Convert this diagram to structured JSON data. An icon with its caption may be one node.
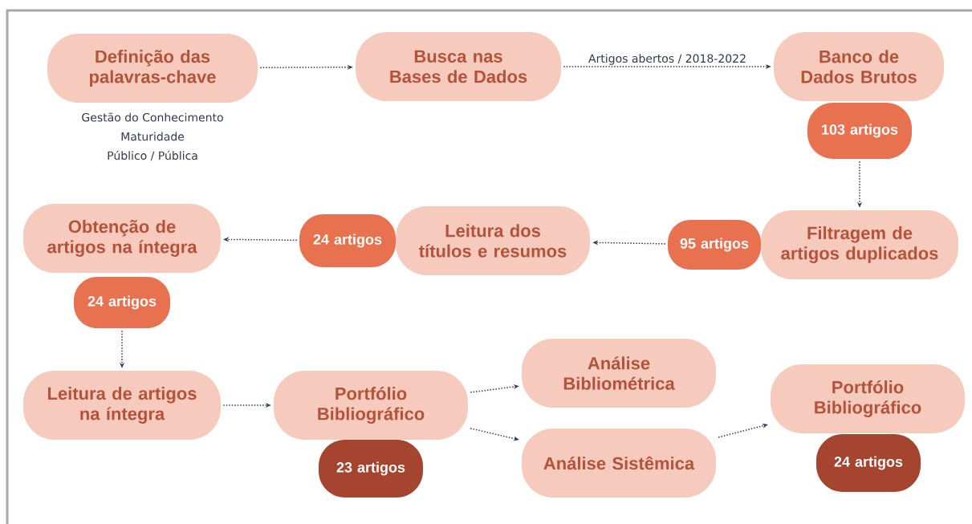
{
  "diagram": {
    "nodes": [
      {
        "text": [
          "Definição das palavras-chave"
        ],
        "beside": [
          "Gestão do Conhecimento",
          "Maturidade",
          "Público / Pública"
        ]
      },
      {
        "text": [
          "Busca nas Bases de Dados"
        ]
      },
      {
        "text": [
          "Banco de Dados Brutos"
        ]
      },
      {
        "text": [
          "103 artigos"
        ]
      },
      {
        "text": [
          "Filtragem de artigos duplicados"
        ]
      },
      {
        "text": [
          "95 artigos"
        ]
      },
      {
        "text": [
          "Leitura dos títulos e resumos"
        ]
      },
      {
        "text": [
          "24 artigos"
        ]
      },
      {
        "text": [
          "Obtenção de artigos na íntegra"
        ]
      },
      {
        "text": [
          "24 artigos"
        ]
      },
      {
        "text": [
          "Leitura de artigos na íntegra"
        ]
      },
      {
        "text": [
          "Portfólio Bibliográfico"
        ]
      },
      {
        "text": [
          "23 artigos"
        ]
      },
      {
        "text": [
          "Análise Bibliométrica"
        ]
      },
      {
        "text": [
          "Análise Sistêmica"
        ]
      },
      {
        "text": [
          "Portfólio Bibliográfico"
        ]
      },
      {
        "text": [
          "24 artigos"
        ]
      }
    ],
    "edges": [
      {
        "from": 0,
        "to": 1,
        "arrow": "to"
      },
      {
        "from": 1,
        "to": 2,
        "arrow": "to",
        "label": "Artigos abertos / 2018-2022"
      },
      {
        "from": 3,
        "to": 4,
        "arrow": "to"
      },
      {
        "from": 5,
        "to": 6,
        "arrow": "to"
      },
      {
        "from": 7,
        "to": 8,
        "arrow": "to"
      },
      {
        "from": 9,
        "to": 10,
        "arrow": "to"
      },
      {
        "from": 10,
        "to": 11,
        "arrow": "to"
      },
      {
        "from": 11,
        "to": 13,
        "arrow": "to"
      },
      {
        "from": 11,
        "to": 14,
        "arrow": "to"
      },
      {
        "from": 14,
        "to": 15,
        "arrow": "to"
      }
    ]
  }
}
